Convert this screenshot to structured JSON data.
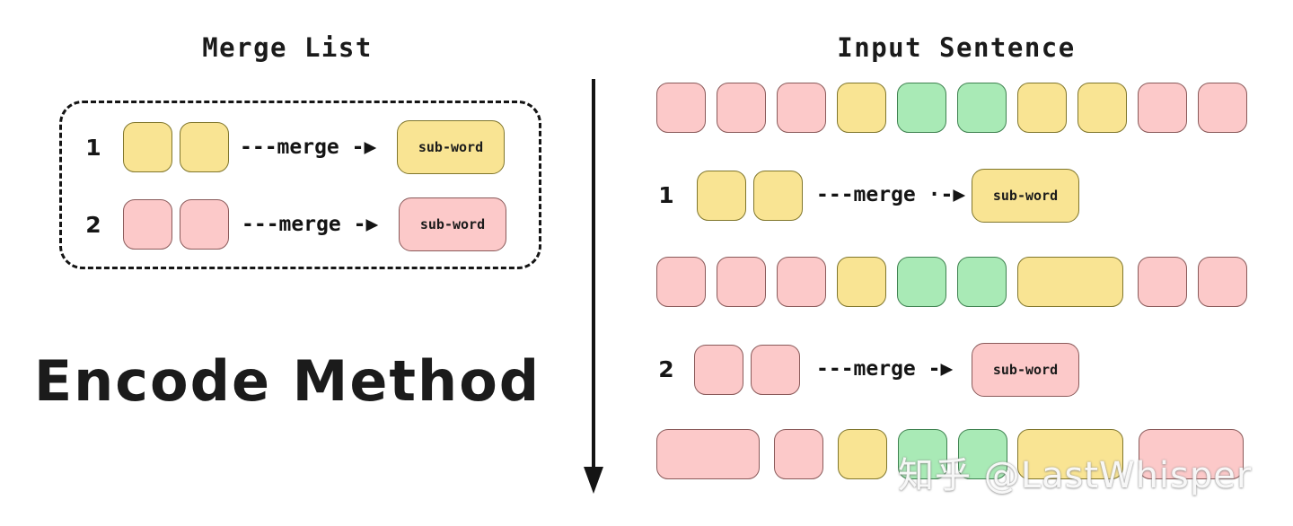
{
  "left_panel": {
    "title": "Merge List",
    "caption": "Encode Method",
    "rules": [
      {
        "index": "1",
        "merge_label": "---merge -▶",
        "result_label": "sub-word",
        "result_color": "#f9e493",
        "inputs": [
          {
            "color": "#f9e493",
            "name": "yellow"
          },
          {
            "color": "#f9e493",
            "name": "yellow"
          }
        ]
      },
      {
        "index": "2",
        "merge_label": "---merge -▶",
        "result_label": "sub-word",
        "result_color": "#fcc9c9",
        "inputs": [
          {
            "color": "#fcc9c9",
            "name": "pink"
          },
          {
            "color": "#fcc9c9",
            "name": "pink"
          }
        ]
      }
    ]
  },
  "right_panel": {
    "title": "Input Sentence",
    "steps": [
      {
        "kind": "sequence",
        "name": "initial-token-sequence",
        "tokens": [
          "pink",
          "pink",
          "pink",
          "yellow",
          "green",
          "green",
          "yellow",
          "yellow",
          "pink",
          "pink"
        ]
      },
      {
        "kind": "rule",
        "name": "apply-merge-rule-1",
        "index": "1",
        "merge_label": "---merge ·-▶",
        "result_label": "sub-word",
        "result_color": "#f9e493",
        "inputs": [
          "yellow",
          "yellow"
        ]
      },
      {
        "kind": "sequence",
        "name": "token-sequence-after-rule-1",
        "tokens": [
          "pink",
          "pink",
          "pink",
          "yellow",
          "green",
          "green",
          "yellow-wide",
          "pink",
          "pink"
        ]
      },
      {
        "kind": "rule",
        "name": "apply-merge-rule-2",
        "index": "2",
        "merge_label": "---merge -▶",
        "result_label": "sub-word",
        "result_color": "#fcc9c9",
        "inputs": [
          "pink",
          "pink"
        ]
      },
      {
        "kind": "sequence",
        "name": "token-sequence-after-rule-2",
        "tokens": [
          "pink-wide",
          "pink",
          "yellow",
          "green",
          "green",
          "yellow-wide",
          "pink-wide"
        ]
      }
    ]
  },
  "colors": {
    "pink_fill": "#fcc9c9",
    "pink_stroke": "#8a5a5a",
    "yellow_fill": "#f9e493",
    "yellow_stroke": "#80762c",
    "green_fill": "#a9eab6",
    "green_stroke": "#3f8250",
    "ink": "#1b1b1b",
    "background": "#ffffff"
  },
  "watermark": {
    "text": "知乎 @LastWhisper"
  },
  "flow_arrow": {
    "name": "downward-flow-arrow",
    "direction": "down"
  }
}
